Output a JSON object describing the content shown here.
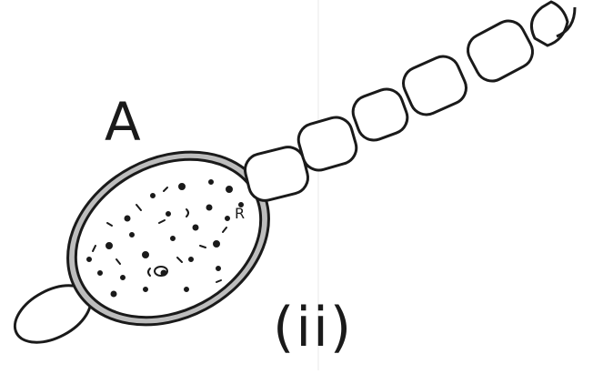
{
  "figure": {
    "label_a": "A",
    "label_ii": "(ii)",
    "label_r": "R",
    "colors": {
      "ink": "#1a1a1a",
      "wall": "#9a9a9a",
      "background": "#ffffff"
    }
  }
}
